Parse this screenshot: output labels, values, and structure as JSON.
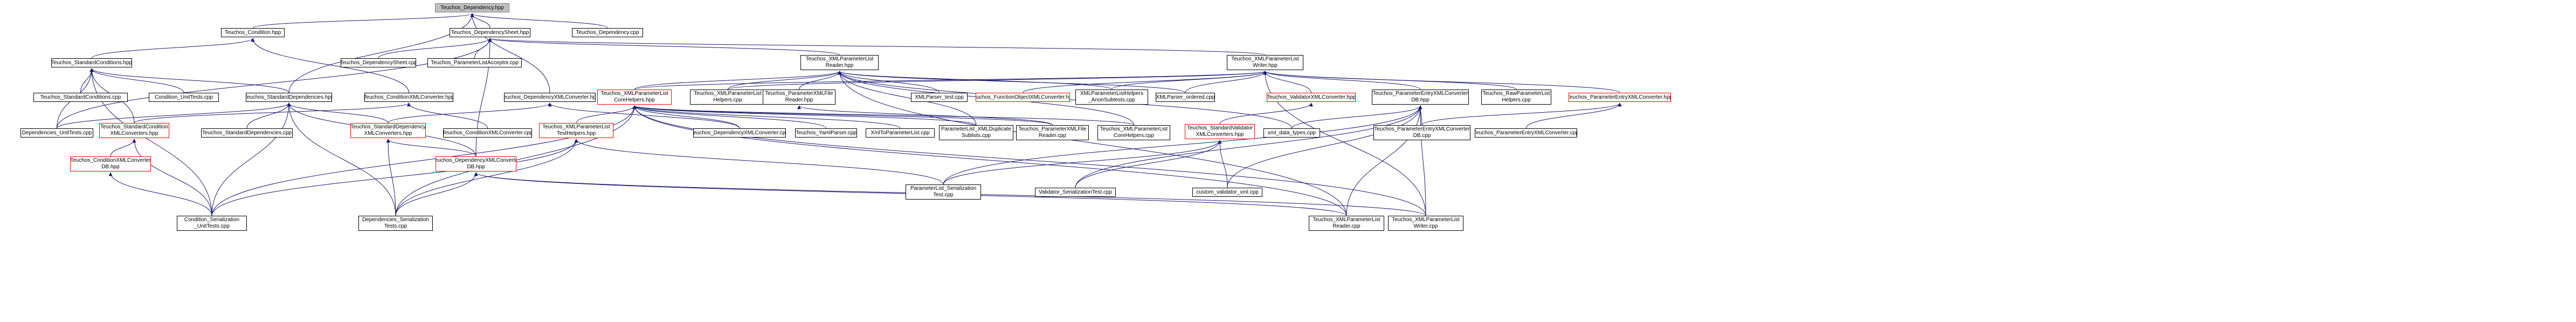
{
  "colors": {
    "edge": "#191970",
    "edge_red": "#ff0000",
    "node_border": "#000000",
    "node_border_red": "#ff0000",
    "root_fill": "#bfbfbf"
  },
  "nodes": {
    "dependency_hpp": "Teuchos_Dependency.hpp",
    "condition_hpp": "Teuchos_Condition.hpp",
    "dependency_sheet_hpp": "Teuchos_DependencySheet.hpp",
    "dependency_cpp": "Teuchos_Dependency.cpp",
    "standard_conditions_hpp": "Teuchos_StandardConditions.hpp",
    "dependency_sheet_cpp": "Teuchos_DependencySheet.cpp",
    "parameter_list_acceptor_cpp": "Teuchos_ParameterListAcceptor.cpp",
    "xml_parameter_list_reader_hpp": "Teuchos_XMLParameterList\nReader.hpp",
    "xml_parameter_list_writer_hpp": "Teuchos_XMLParameterList\nWriter.hpp",
    "standard_conditions_cpp": "Teuchos_StandardConditions.cpp",
    "condition_unit_tests_cpp": "Condition_UnitTests.cpp",
    "standard_dependencies_hpp": "Teuchos_StandardDependencies.hpp",
    "condition_xml_converter_hpp": "Teuchos_ConditionXMLConverter.hpp",
    "dependency_xml_converter_hpp": "Teuchos_DependencyXMLConverter.hpp",
    "xml_parameter_list_core_helpers_hpp": "Teuchos_XMLParameterList\nCoreHelpers.hpp",
    "xml_parameter_list_helpers_cpp": "Teuchos_XMLParameterList\nHelpers.cpp",
    "parameter_xml_file_reader_hpp": "Teuchos_ParameterXMLFile\nReader.hpp",
    "xml_parser_test_cpp": "XMLParser_test.cpp",
    "function_object_xml_converter_hpp": "Teuchos_FunctionObjectXMLConverter.hpp",
    "xml_parameter_list_helpers_anon_subtests_cpp": "XMLParameterListHelpers\n_AnonSubtests.cpp",
    "xml_parser_ordered_cpp": "XMLParser_ordered.cpp",
    "validator_xml_converter_hpp": "Teuchos_ValidatorXMLConverter.hpp",
    "parameter_entry_xml_converter_db_hpp": "Teuchos_ParameterEntryXMLConverter\nDB.hpp",
    "raw_parameter_list_helpers_cpp": "Teuchos_RawParameterList\nHelpers.cpp",
    "parameter_entry_xml_converter_hpp": "Teuchos_ParameterEntryXMLConverter.hpp",
    "dependencies_unit_tests_cpp": "Dependencies_UnitTests.cpp",
    "standard_condition_xml_converters_hpp": "Teuchos_StandardCondition\nXMLConverters.hpp",
    "standard_dependencies_cpp": "Teuchos_StandardDependencies.cpp",
    "standard_dependency_xml_converters_hpp": "Teuchos_StandardDependency\nXMLConverters.hpp",
    "condition_xml_converter_cpp": "Teuchos_ConditionXMLConverter.cpp",
    "dependency_xml_converter_cpp": "Teuchos_DependencyXMLConverter.cpp",
    "yaml_parser_cpp": "Teuchos_YamlParser.cpp",
    "xml_to_parameter_list_cpp": "XmlToParameterList.cpp",
    "parameter_list_xml_duplicate_sublists_cpp": "ParameterList_XMLDuplicate\nSublists.cpp",
    "parameter_xml_file_reader_cpp": "Teuchos_ParameterXMLFile\nReader.cpp",
    "xml_parameter_list_core_helpers_cpp": "Teuchos_XMLParameterList\nCoreHelpers.cpp",
    "standard_validator_xml_converters_hpp": "Teuchos_StandardValidator\nXMLConverters.hpp",
    "xml_data_types_cpp": "xml_data_types.cpp",
    "parameter_entry_xml_converter_db_cpp": "Teuchos_ParameterEntryXMLConverter\nDB.cpp",
    "parameter_entry_xml_converter_cpp": "Teuchos_ParameterEntryXMLConverter.cpp",
    "xml_parameter_list_test_helpers_hpp": "Teuchos_XMLParameterList\nTestHelpers.hpp",
    "condition_xml_converter_db_hpp": "Teuchos_ConditionXMLConverter\nDB.hpp",
    "dependency_xml_converter_db_hpp": "Teuchos_DependencyXMLConverter\nDB.hpp",
    "parameter_list_serialization_test_cpp": "ParameterList_Serialization\nTest.cpp",
    "validator_serialization_test_cpp": "Validator_SerializationTest.cpp",
    "custom_validator_xml_cpp": "custom_validator_xml.cpp",
    "condition_serialization_unit_tests_cpp": "Condition_Serialization\n_UnitTests.cpp",
    "dependencies_serialization_tests_cpp": "Dependencies_Serialization\nTests.cpp",
    "xml_parameter_list_reader_cpp": "Teuchos_XMLParameterList\nReader.cpp",
    "xml_parameter_list_writer_cpp": "Teuchos_XMLParameterList\nWriter.cpp"
  },
  "red_nodes": [
    "xml_parameter_list_core_helpers_hpp",
    "function_object_xml_converter_hpp",
    "validator_xml_converter_hpp",
    "parameter_entry_xml_converter_hpp",
    "standard_condition_xml_converters_hpp",
    "standard_dependency_xml_converters_hpp",
    "standard_validator_xml_converters_hpp",
    "xml_parameter_list_test_helpers_hpp",
    "condition_xml_converter_db_hpp",
    "dependency_xml_converter_db_hpp"
  ],
  "edges": [
    [
      "condition_hpp",
      "dependency_hpp"
    ],
    [
      "dependency_sheet_hpp",
      "dependency_hpp"
    ],
    [
      "dependency_cpp",
      "dependency_hpp"
    ],
    [
      "standard_dependencies_hpp",
      "dependency_hpp"
    ],
    [
      "dependency_xml_converter_hpp",
      "dependency_hpp"
    ],
    [
      "standard_conditions_hpp",
      "condition_hpp"
    ],
    [
      "condition_xml_converter_hpp",
      "condition_hpp"
    ],
    [
      "dependency_sheet_cpp",
      "dependency_sheet_hpp"
    ],
    [
      "parameter_list_acceptor_cpp",
      "dependency_sheet_hpp"
    ],
    [
      "xml_parameter_list_reader_hpp",
      "dependency_sheet_hpp"
    ],
    [
      "xml_parameter_list_writer_hpp",
      "dependency_sheet_hpp"
    ],
    [
      "dependencies_unit_tests_cpp",
      "dependency_sheet_hpp"
    ],
    [
      "dependency_xml_converter_db_hpp",
      "dependency_sheet_hpp"
    ],
    [
      "standard_conditions_cpp",
      "standard_conditions_hpp"
    ],
    [
      "condition_unit_tests_cpp",
      "standard_conditions_hpp"
    ],
    [
      "standard_dependencies_hpp",
      "standard_conditions_hpp"
    ],
    [
      "dependencies_unit_tests_cpp",
      "standard_conditions_hpp"
    ],
    [
      "standard_condition_xml_converters_hpp",
      "standard_conditions_hpp"
    ],
    [
      "condition_serialization_unit_tests_cpp",
      "standard_conditions_hpp"
    ],
    [
      "dependencies_unit_tests_cpp",
      "standard_dependencies_hpp"
    ],
    [
      "standard_dependencies_cpp",
      "standard_dependencies_hpp"
    ],
    [
      "standard_dependency_xml_converters_hpp",
      "standard_dependencies_hpp"
    ],
    [
      "dependency_xml_converter_db_hpp",
      "standard_dependencies_hpp"
    ],
    [
      "dependencies_serialization_tests_cpp",
      "standard_dependencies_hpp"
    ],
    [
      "condition_serialization_unit_tests_cpp",
      "standard_dependencies_hpp"
    ],
    [
      "standard_condition_xml_converters_hpp",
      "condition_xml_converter_hpp"
    ],
    [
      "condition_xml_converter_cpp",
      "condition_xml_converter_hpp"
    ],
    [
      "standard_dependency_xml_converters_hpp",
      "dependency_xml_converter_hpp"
    ],
    [
      "dependency_xml_converter_cpp",
      "dependency_xml_converter_hpp"
    ],
    [
      "xml_parameter_list_core_helpers_hpp",
      "xml_parameter_list_reader_hpp"
    ],
    [
      "xml_parameter_list_helpers_cpp",
      "xml_parameter_list_reader_hpp"
    ],
    [
      "parameter_xml_file_reader_hpp",
      "xml_parameter_list_reader_hpp"
    ],
    [
      "xml_parser_test_cpp",
      "xml_parameter_list_reader_hpp"
    ],
    [
      "xml_parameter_list_helpers_anon_subtests_cpp",
      "xml_parameter_list_reader_hpp"
    ],
    [
      "xml_parser_ordered_cpp",
      "xml_parameter_list_reader_hpp"
    ],
    [
      "xml_data_types_cpp",
      "xml_parameter_list_reader_hpp"
    ],
    [
      "xml_parameter_list_reader_cpp",
      "xml_parameter_list_reader_hpp"
    ],
    [
      "xml_parameter_list_core_helpers_cpp",
      "xml_parameter_list_reader_hpp"
    ],
    [
      "parameter_list_xml_duplicate_sublists_cpp",
      "xml_parameter_list_reader_hpp"
    ],
    [
      "xml_parameter_list_core_helpers_hpp",
      "xml_parameter_list_writer_hpp"
    ],
    [
      "xml_parameter_list_helpers_cpp",
      "xml_parameter_list_writer_hpp"
    ],
    [
      "function_object_xml_converter_hpp",
      "xml_parameter_list_writer_hpp"
    ],
    [
      "validator_xml_converter_hpp",
      "xml_parameter_list_writer_hpp"
    ],
    [
      "parameter_entry_xml_converter_db_hpp",
      "xml_parameter_list_writer_hpp"
    ],
    [
      "raw_parameter_list_helpers_cpp",
      "xml_parameter_list_writer_hpp"
    ],
    [
      "parameter_entry_xml_converter_hpp",
      "xml_parameter_list_writer_hpp"
    ],
    [
      "xml_parameter_list_writer_cpp",
      "xml_parameter_list_writer_hpp"
    ],
    [
      "xml_parser_ordered_cpp",
      "xml_parameter_list_writer_hpp"
    ],
    [
      "xml_parameter_list_helpers_anon_subtests_cpp",
      "xml_parameter_list_writer_hpp"
    ],
    [
      "dependency_xml_converter_cpp",
      "xml_parameter_list_core_helpers_hpp"
    ],
    [
      "yaml_parser_cpp",
      "xml_parameter_list_core_helpers_hpp"
    ],
    [
      "xml_to_parameter_list_cpp",
      "xml_parameter_list_core_helpers_hpp"
    ],
    [
      "xml_parameter_list_core_helpers_cpp",
      "xml_parameter_list_core_helpers_hpp"
    ],
    [
      "xml_parameter_list_test_helpers_hpp",
      "xml_parameter_list_core_helpers_hpp"
    ],
    [
      "parameter_xml_file_reader_cpp",
      "xml_parameter_list_core_helpers_hpp"
    ],
    [
      "condition_serialization_unit_tests_cpp",
      "xml_parameter_list_core_helpers_hpp"
    ],
    [
      "dependencies_serialization_tests_cpp",
      "xml_parameter_list_core_helpers_hpp"
    ],
    [
      "parameter_list_xml_duplicate_sublists_cpp",
      "xml_parameter_list_core_helpers_hpp"
    ],
    [
      "xml_parameter_list_reader_cpp",
      "xml_parameter_list_core_helpers_hpp"
    ],
    [
      "xml_parameter_list_writer_cpp",
      "xml_parameter_list_core_helpers_hpp"
    ],
    [
      "parameter_xml_file_reader_cpp",
      "parameter_xml_file_reader_hpp"
    ],
    [
      "standard_validator_xml_converters_hpp",
      "validator_xml_converter_hpp"
    ],
    [
      "parameter_entry_xml_converter_db_cpp",
      "parameter_entry_xml_converter_db_hpp"
    ],
    [
      "xml_data_types_cpp",
      "parameter_entry_xml_converter_db_hpp"
    ],
    [
      "custom_validator_xml_cpp",
      "parameter_entry_xml_converter_db_hpp"
    ],
    [
      "validator_serialization_test_cpp",
      "parameter_entry_xml_converter_db_hpp"
    ],
    [
      "parameter_list_serialization_test_cpp",
      "parameter_entry_xml_converter_db_hpp"
    ],
    [
      "xml_parameter_list_reader_cpp",
      "parameter_entry_xml_converter_db_hpp"
    ],
    [
      "xml_parameter_list_writer_cpp",
      "parameter_entry_xml_converter_db_hpp"
    ],
    [
      "parameter_entry_xml_converter_cpp",
      "parameter_entry_xml_converter_hpp"
    ],
    [
      "parameter_entry_xml_converter_db_cpp",
      "parameter_entry_xml_converter_hpp"
    ],
    [
      "condition_xml_converter_db_hpp",
      "standard_condition_xml_converters_hpp"
    ],
    [
      "condition_serialization_unit_tests_cpp",
      "standard_condition_xml_converters_hpp"
    ],
    [
      "dependency_xml_converter_db_hpp",
      "standard_dependency_xml_converters_hpp"
    ],
    [
      "dependencies_serialization_tests_cpp",
      "standard_dependency_xml_converters_hpp"
    ],
    [
      "validator_serialization_test_cpp",
      "standard_validator_xml_converters_hpp"
    ],
    [
      "custom_validator_xml_cpp",
      "standard_validator_xml_converters_hpp"
    ],
    [
      "parameter_list_serialization_test_cpp",
      "standard_validator_xml_converters_hpp"
    ],
    [
      "parameter_list_serialization_test_cpp",
      "xml_parameter_list_test_helpers_hpp"
    ],
    [
      "condition_serialization_unit_tests_cpp",
      "xml_parameter_list_test_helpers_hpp"
    ],
    [
      "dependencies_serialization_tests_cpp",
      "xml_parameter_list_test_helpers_hpp"
    ],
    [
      "condition_serialization_unit_tests_cpp",
      "condition_xml_converter_db_hpp"
    ],
    [
      "dependencies_serialization_tests_cpp",
      "dependency_xml_converter_db_hpp"
    ],
    [
      "xml_parameter_list_reader_cpp",
      "dependency_xml_converter_db_hpp"
    ],
    [
      "xml_parameter_list_writer_cpp",
      "dependency_xml_converter_db_hpp"
    ]
  ]
}
